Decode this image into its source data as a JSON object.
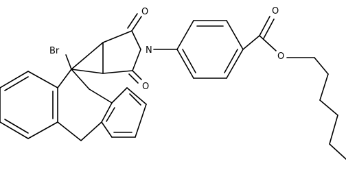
{
  "structure": {
    "atoms": {
      "bromine": "Br",
      "nitrogen": "N",
      "oxygen_imide_top": "O",
      "oxygen_imide_bottom": "O",
      "oxygen_ester_carbonyl": "O",
      "oxygen_ester_ether": "O"
    }
  }
}
